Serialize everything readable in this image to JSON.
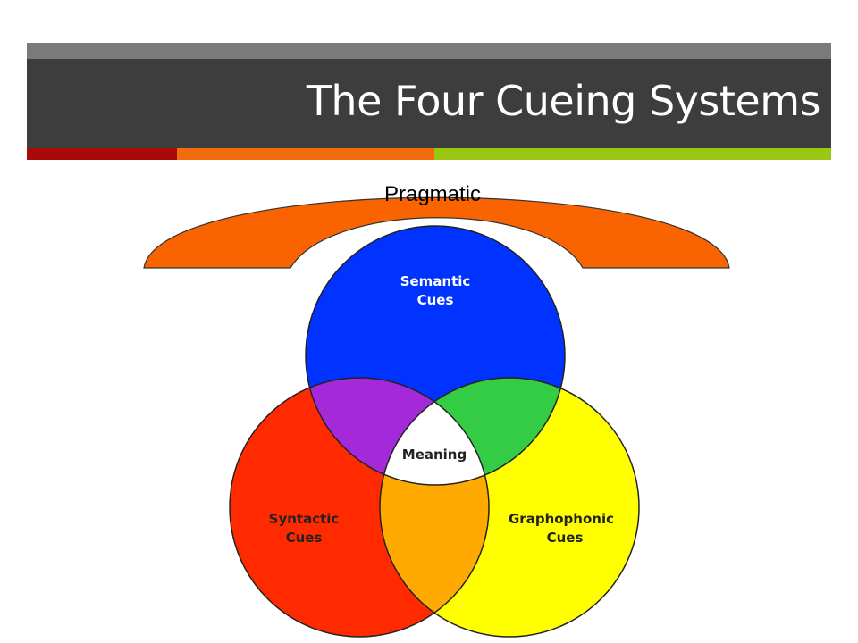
{
  "slide": {
    "title": "The Four Cueing Systems"
  },
  "colors": {
    "title_bar": "#3d3d3d",
    "title_strip": "#7a7a7a",
    "accent_red": "#a80a0a",
    "accent_orange": "#f46b0c",
    "accent_green": "#9bc713",
    "pragmatic_arch": "#f96400",
    "semantic": "#0033ff",
    "syntactic": "#ff2a00",
    "graphophonic": "#ffff00",
    "semantic_syntactic_overlap": "#a429d9",
    "semantic_graphophonic_overlap": "#33cc44",
    "syntactic_graphophonic_overlap": "#ffaa00",
    "meaning_center": "#ffffff"
  },
  "diagram": {
    "pragmatic_label": "Pragmatic",
    "semantic_label_line1": "Semantic",
    "semantic_label_line2": "Cues",
    "syntactic_label_line1": "Syntactic",
    "syntactic_label_line2": "Cues",
    "graphophonic_label_line1": "Graphophonic",
    "graphophonic_label_line2": "Cues",
    "center_label": "Meaning"
  }
}
